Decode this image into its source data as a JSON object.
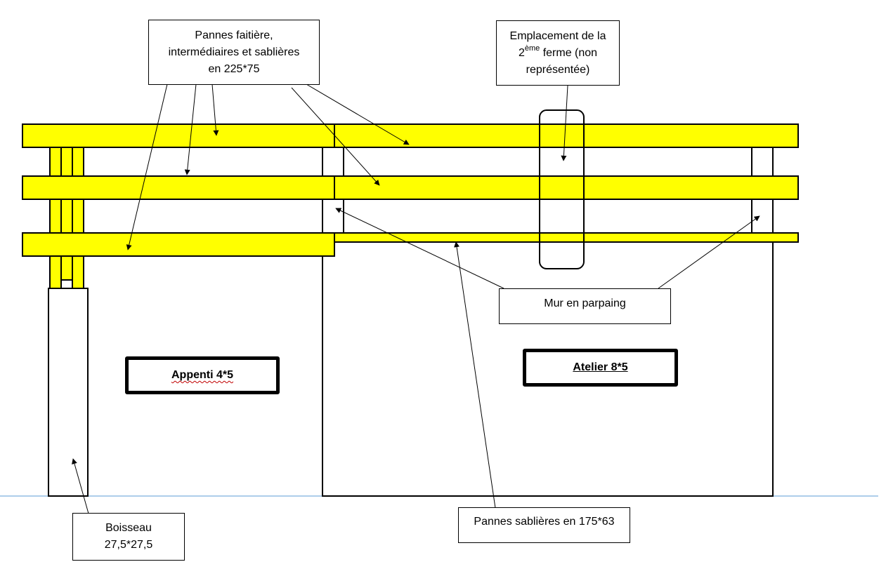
{
  "callouts": {
    "pannes_225": {
      "lines": [
        "Pannes faitière,",
        "intermédiaires et sablières",
        "en 225*75"
      ]
    },
    "ferme": {
      "line1_before": "Emplacement de la",
      "line2_pre": "2",
      "line2_sup": "ème",
      "line2_post": " ferme (non",
      "line3": "représentée)"
    },
    "mur": {
      "label": "Mur en parpaing"
    },
    "sablieres_175": {
      "label": "Pannes sablières en 175*63"
    },
    "boisseau": {
      "lines": [
        "Boisseau",
        "27,5*27,5"
      ]
    }
  },
  "rooms": {
    "appenti": {
      "label": "Appenti 4*5"
    },
    "atelier": {
      "label": "Atelier 8*5"
    }
  },
  "colors": {
    "beam_fill": "#ffff00",
    "stroke": "#000000",
    "ground_line": "#5b9bd5"
  }
}
